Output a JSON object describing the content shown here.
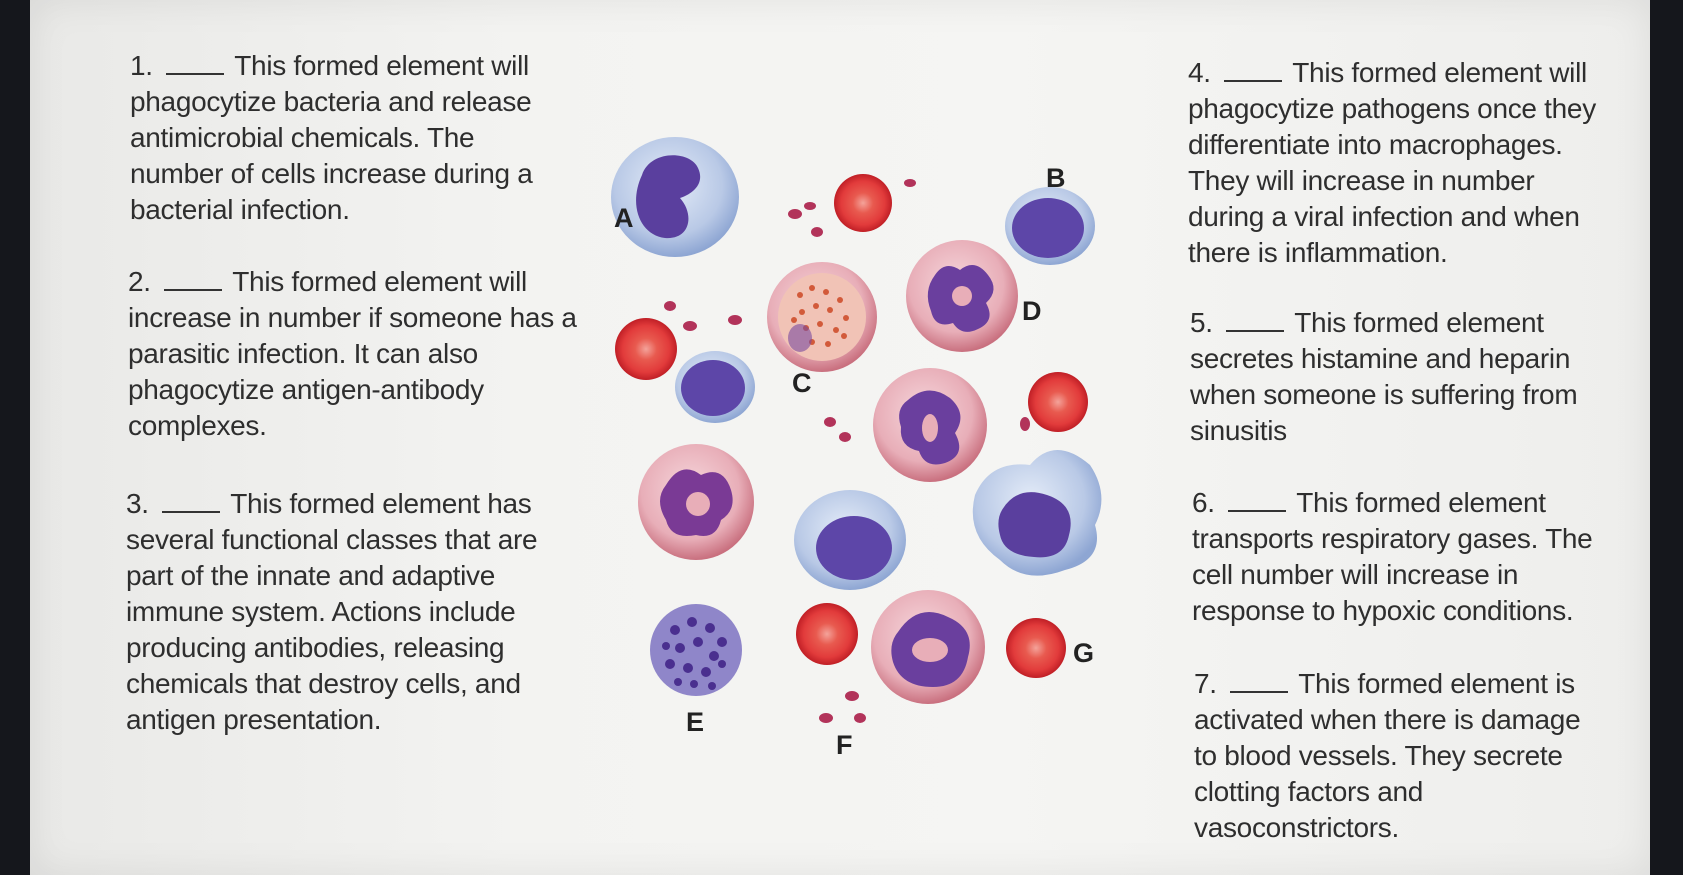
{
  "questions": [
    {
      "number": "1.",
      "text": "This formed element will phagocytize bacteria and release antimicrobial chemicals. The number of cells increase during a bacterial infection."
    },
    {
      "number": "2.",
      "text": "This formed element will increase in number if someone has a parasitic infection.  It can also phagocytize antigen-antibody complexes."
    },
    {
      "number": "3.",
      "text": "This formed element has several functional classes that are part of the innate and adaptive immune system. Actions include producing antibodies, releasing chemicals that destroy cells, and antigen presentation."
    },
    {
      "number": "4.",
      "text": "This formed element will phagocytize pathogens once they differentiate into macrophages. They will increase in number during a viral infection and when there is inflammation."
    },
    {
      "number": "5.",
      "text": "This formed element secretes histamine and heparin when someone is suffering from sinusitis"
    },
    {
      "number": "6.",
      "text": "This formed element transports respiratory gases.  The cell number will increase in response to hypoxic conditions."
    },
    {
      "number": "7.",
      "text": "This formed element is activated when there is damage to blood vessels.  They secrete clotting factors and vasoconstrictors."
    }
  ],
  "labels": {
    "a": "A",
    "b": "B",
    "c": "C",
    "d": "D",
    "e": "E",
    "f": "F",
    "g": "G"
  },
  "colors": {
    "nucleus": "#5a3f9e",
    "wbc_cytoplasm": "#b9c9e6",
    "neutrophil_cytoplasm": "#e8aeb8",
    "rbc": "#e23b3b",
    "platelet": "#b2335a"
  }
}
